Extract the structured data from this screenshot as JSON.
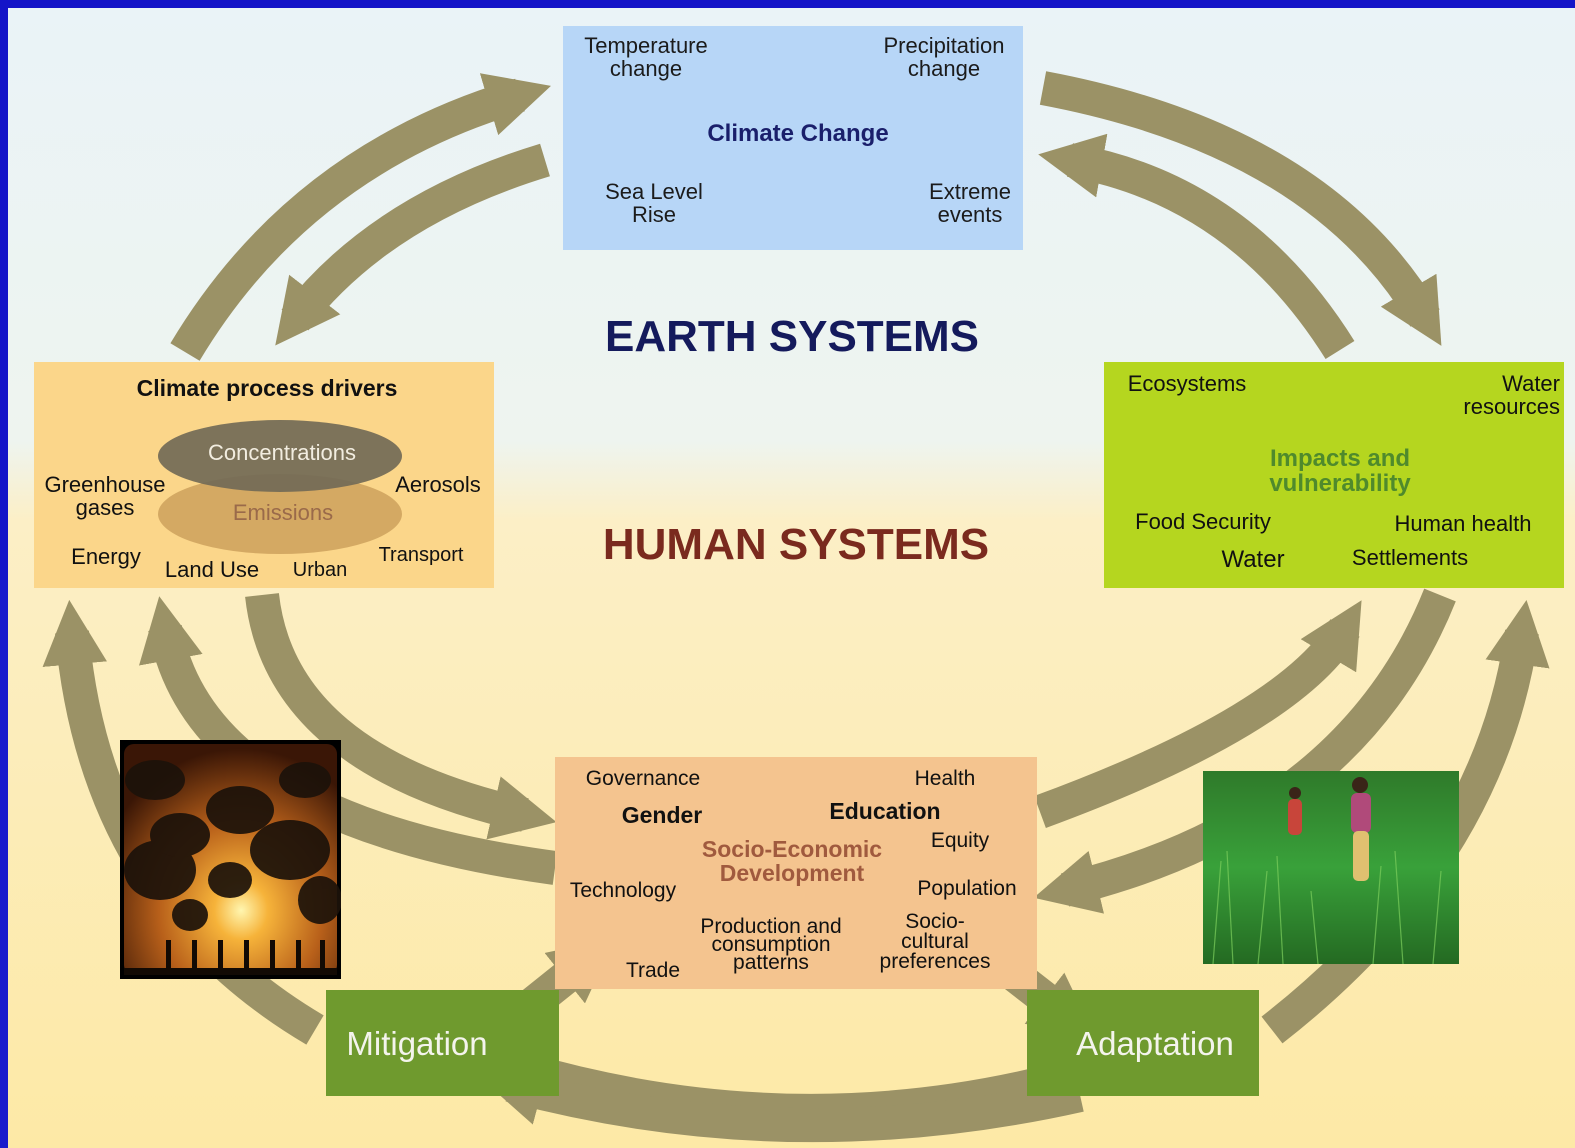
{
  "colors": {
    "frame": "#1414c8",
    "arrow": "#9b9266",
    "climate_box": "#b7d6f7",
    "drivers_box": "#fbd68a",
    "impacts_box": "#b5d61f",
    "socio_box": "#f4c48f",
    "action_box": "#6f9a2e",
    "earth_title": "#141a5c",
    "human_title": "#7a2a1e"
  },
  "earth_title": "EARTH SYSTEMS",
  "human_title": "HUMAN SYSTEMS",
  "climate_change": {
    "title": "Climate Change",
    "temperature": "Temperature\nchange",
    "precipitation": "Precipitation\nchange",
    "sea_level": "Sea Level\nRise",
    "extreme": "Extreme\nevents"
  },
  "drivers": {
    "title": "Climate process drivers",
    "concentrations": "Concentrations",
    "emissions": "Emissions",
    "greenhouse": "Greenhouse\ngases",
    "aerosols": "Aerosols",
    "energy": "Energy",
    "land_use": "Land Use",
    "urban": "Urban",
    "transport": "Transport"
  },
  "impacts": {
    "title": "Impacts and\nvulnerability",
    "ecosystems": "Ecosystems",
    "water_resources": "Water\nresources",
    "food_security": "Food Security",
    "human_health": "Human health",
    "water": "Water",
    "settlements": "Settlements"
  },
  "socio": {
    "title": "Socio-Economic\nDevelopment",
    "governance": "Governance",
    "health": "Health",
    "gender": "Gender",
    "education": "Education",
    "equity": "Equity",
    "technology": "Technology",
    "population": "Population",
    "production": "Production and\nconsumption\npatterns",
    "sociocultural": "Socio-\ncultural\npreferences",
    "trade": "Trade"
  },
  "mitigation": "Mitigation",
  "adaptation": "Adaptation"
}
